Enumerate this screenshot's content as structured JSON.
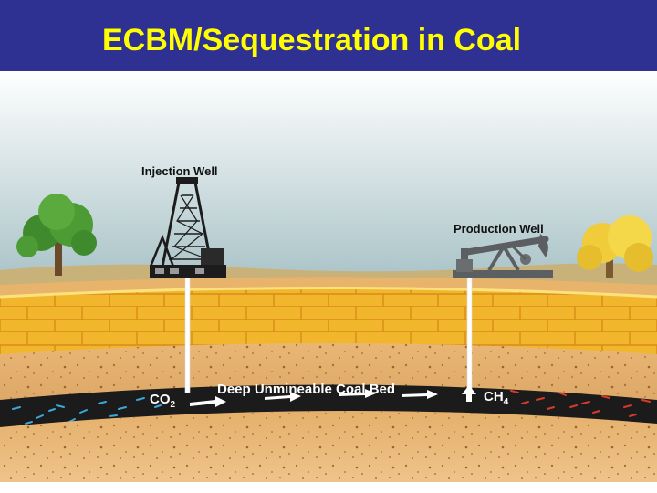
{
  "slide": {
    "title": "ECBM/Sequestration in Coal",
    "title_color": "#ffff00",
    "header_color": "#2e3192"
  },
  "diagram": {
    "injection_well": {
      "label": "Injection Well",
      "icon": "drilling-rig-icon"
    },
    "production_well": {
      "label": "Production Well",
      "icon": "pumpjack-icon"
    },
    "coal_bed_label": "Deep Unmineable Coal Bed",
    "injected_gas": "CO",
    "injected_gas_subscript": "2",
    "produced_gas": "CH",
    "produced_gas_subscript": "4",
    "left_tree": "green-tree-icon",
    "right_tree": "yellow-tree-icon",
    "colors": {
      "sky_top": "#ffffff",
      "sky_bottom": "#a9c3c7",
      "ground": "#c8b27a",
      "limestone": "#f2b62c",
      "sandstone": "#e7b36f",
      "coal": "#1b1b1b",
      "co2_flecks": "#3aa8d8",
      "ch4_flecks": "#d83a2a"
    }
  }
}
